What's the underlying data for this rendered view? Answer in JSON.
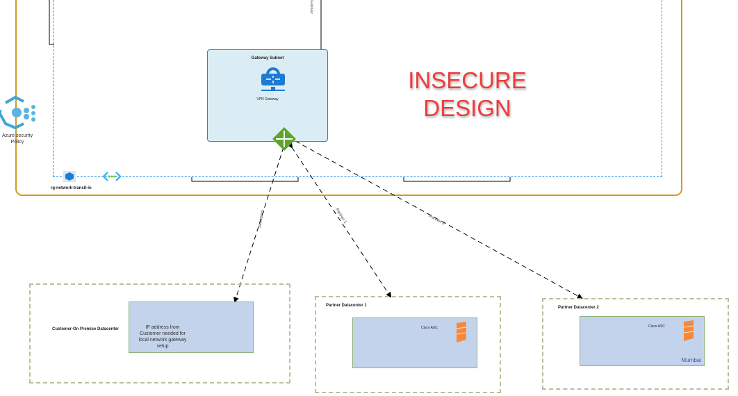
{
  "title": "INSECURE DESIGN",
  "title_lines": [
    "INSECURE",
    "DESIGN"
  ],
  "resource_group": {
    "label": "rg-network-transit-in"
  },
  "policy": {
    "label_line1": "Azure security",
    "label_line2": "Policy",
    "icon": "azure-policy-icon"
  },
  "gateway_subnet": {
    "title": "Gateway Subnet",
    "vpn_label": "VPN Gateway",
    "icon": "vpn-gateway-icon"
  },
  "top_connector_label": "Gateway",
  "connections": [
    {
      "label": "Customer"
    },
    {
      "label": "Partner 1"
    },
    {
      "label": "Partner 2"
    }
  ],
  "customer_dc": {
    "title": "Customer-On Premise Datacenter",
    "note": "IP address from Customer needed for local network gateway setup"
  },
  "partner1": {
    "title": "Partner Datacenter 1",
    "device": "Cisco ASC"
  },
  "partner2": {
    "title": "Partner  Datacenter 2",
    "device": "Cisco ASC",
    "location": "Mumbai"
  },
  "colors": {
    "resource_group_border": "#d29b1e",
    "vnet_border": "#2a8fe6",
    "title": "#f03c3c",
    "gateway": "#5ea52b"
  }
}
